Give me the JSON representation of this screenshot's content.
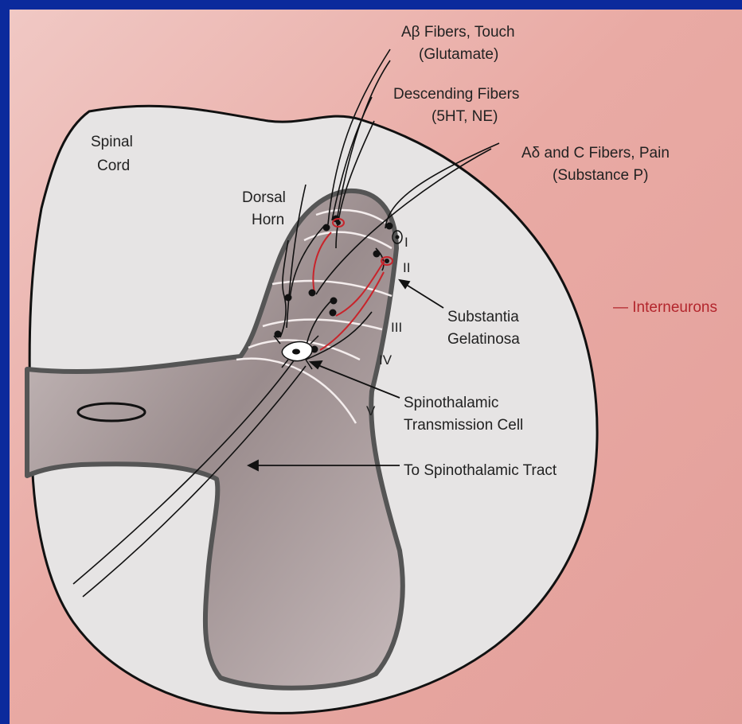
{
  "labels": {
    "abeta_line1": "Aβ Fibers, Touch",
    "abeta_line2": "(Glutamate)",
    "descending_line1": "Descending Fibers",
    "descending_line2": "(5HT, NE)",
    "adelta_line1": "Aδ and C Fibers, Pain",
    "adelta_line2": "(Substance P)",
    "spinal_line1": "Spinal",
    "spinal_line2": "Cord",
    "dorsal_line1": "Dorsal",
    "dorsal_line2": "Horn",
    "interneurons": "— Interneurons",
    "substantia_line1": "Substantia",
    "substantia_line2": "Gelatinosa",
    "spinothalamic_line1": "Spinothalamic",
    "spinothalamic_line2": "Transmission Cell",
    "tract": "To Spinothalamic Tract"
  },
  "laminae": [
    "I",
    "II",
    "III",
    "IV",
    "V"
  ],
  "colors": {
    "border": "#0b2a9c",
    "background": "#e9aaa4",
    "white_matter": "#e6e4e4",
    "gray_matter": "#9b8f90",
    "interneuron": "#c8242b"
  }
}
